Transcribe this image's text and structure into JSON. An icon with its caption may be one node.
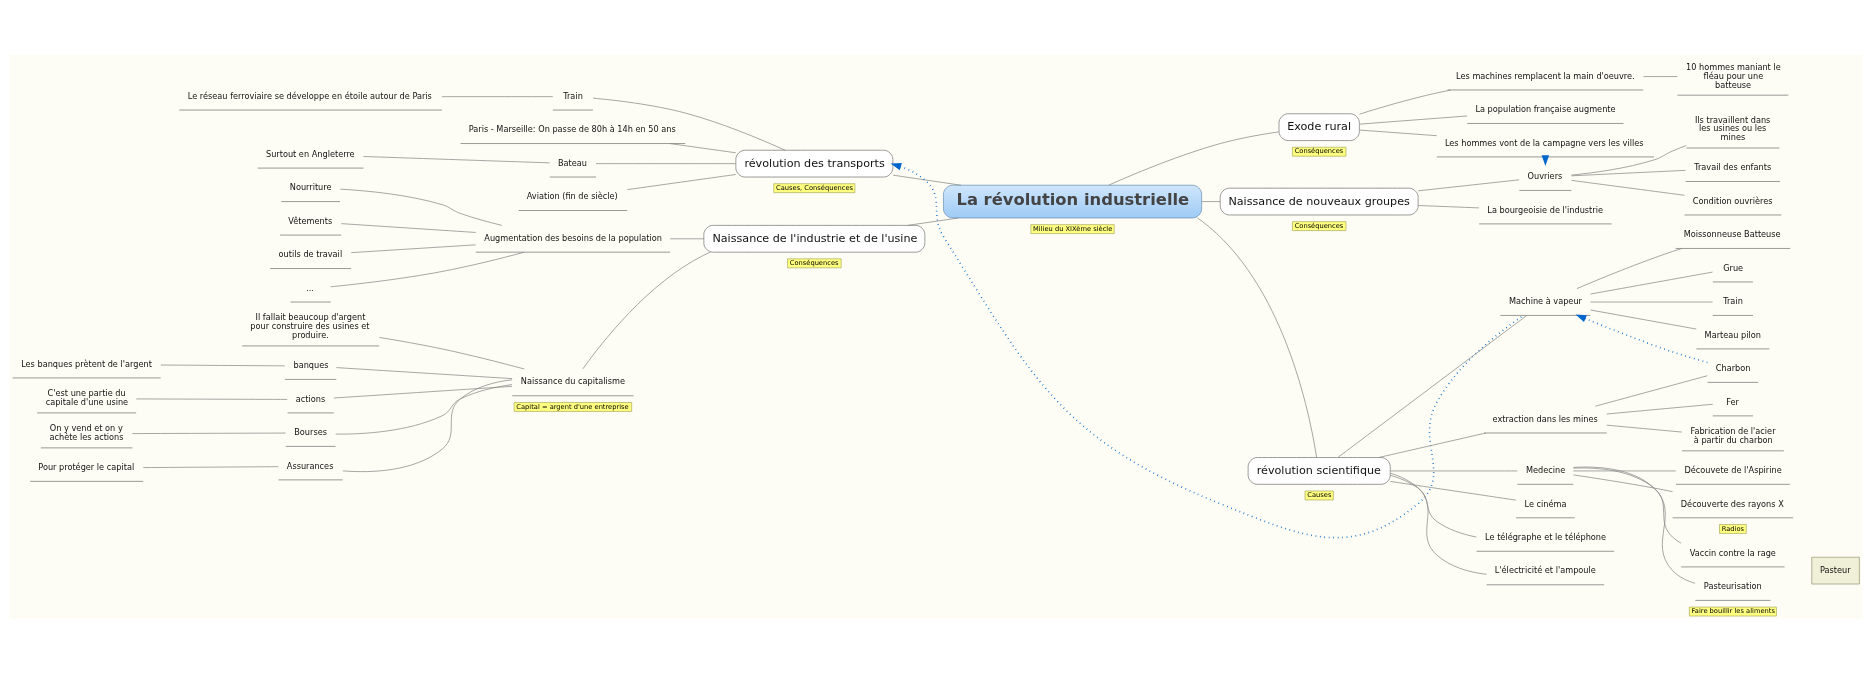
{
  "diagram": {
    "nodes": [
      {
        "text": [
          "La révolution industrielle"
        ],
        "beside": [
          "Milieu du XIXème siècle"
        ]
      },
      {
        "text": [
          "Exode rural"
        ],
        "beside": [
          "Conséquences"
        ]
      },
      {
        "text": [
          "Les machines remplacent la main d'oeuvre."
        ]
      },
      {
        "text": [
          "10 hommes maniant le fléau pour une batteuse"
        ]
      },
      {
        "text": [
          "La population française augmente"
        ]
      },
      {
        "text": [
          "Les hommes vont de la campagne vers les villes"
        ]
      },
      {
        "text": [
          "révolution des transports"
        ],
        "beside": [
          "Causes, Conséquences"
        ]
      },
      {
        "text": [
          "Train"
        ]
      },
      {
        "text": [
          "Le réseau ferroviaire se développe en étoile autour de Paris"
        ]
      },
      {
        "text": [
          "Paris - Marseille: On passe de 80h à 14h en 50 ans"
        ]
      },
      {
        "text": [
          "Bateau"
        ]
      },
      {
        "text": [
          "Surtout en Angleterre"
        ]
      },
      {
        "text": [
          "Aviation (fin de siècle)"
        ]
      },
      {
        "text": [
          "Naissance de nouveaux groupes"
        ],
        "beside": [
          "Conséquences"
        ]
      },
      {
        "text": [
          "Ouvriers"
        ]
      },
      {
        "text": [
          "Ils travaillent dans les usines ou les mines"
        ]
      },
      {
        "text": [
          "Travail des enfants"
        ]
      },
      {
        "text": [
          "Condition ouvrières"
        ]
      },
      {
        "text": [
          "La bourgeoisie de l'industrie"
        ]
      },
      {
        "text": [
          "Naissance de l'industrie et de l'usine"
        ],
        "beside": [
          "Conséquences"
        ]
      },
      {
        "text": [
          "Augmentation des besoins de la population"
        ]
      },
      {
        "text": [
          "Nourriture"
        ]
      },
      {
        "text": [
          "Vêtements"
        ]
      },
      {
        "text": [
          "outils de travail"
        ]
      },
      {
        "text": [
          "..."
        ]
      },
      {
        "text": [
          "Naissance du capitalisme"
        ],
        "beside": [
          "Capital = argent d'une entreprise"
        ]
      },
      {
        "text": [
          "Il fallait beaucoup d'argent pour construire des usines et produire."
        ]
      },
      {
        "text": [
          "banques"
        ]
      },
      {
        "text": [
          "Les banques prètent de l'argent"
        ]
      },
      {
        "text": [
          "actions"
        ]
      },
      {
        "text": [
          "C'est une partie du capitale d'une usine"
        ]
      },
      {
        "text": [
          "Bourses"
        ]
      },
      {
        "text": [
          "On y vend et on y achète les actions"
        ]
      },
      {
        "text": [
          "Assurances"
        ]
      },
      {
        "text": [
          "Pour protéger le capital"
        ]
      },
      {
        "text": [
          "révolution scientifique"
        ],
        "beside": [
          "Causes"
        ]
      },
      {
        "text": [
          "Machine à vapeur"
        ]
      },
      {
        "text": [
          "Moissonneuse Batteuse"
        ]
      },
      {
        "text": [
          "Grue"
        ]
      },
      {
        "text": [
          "Train"
        ]
      },
      {
        "text": [
          "Marteau pilon"
        ]
      },
      {
        "text": [
          "extraction dans les mines"
        ]
      },
      {
        "text": [
          "Charbon"
        ]
      },
      {
        "text": [
          "Fer"
        ]
      },
      {
        "text": [
          "Fabrication de l'acier à partir du charbon"
        ]
      },
      {
        "text": [
          "Medecine"
        ]
      },
      {
        "text": [
          "Découvete de l'Aspirine"
        ]
      },
      {
        "text": [
          "Découverte des rayons X"
        ],
        "beside": [
          "Radios"
        ]
      },
      {
        "text": [
          "Vaccin contre la rage"
        ]
      },
      {
        "text": [
          "Pasteurisation"
        ],
        "beside": [
          "Faire bouillir les aliments"
        ]
      },
      {
        "text": [
          "Le cinéma"
        ]
      },
      {
        "text": [
          "Le télégraphe et le téléphone"
        ]
      },
      {
        "text": [
          "L'électricité et l'ampoule"
        ]
      },
      {
        "text": [
          "Pasteur"
        ]
      }
    ],
    "edges": [
      {
        "from": 0,
        "to": 1,
        "arrow": "none"
      },
      {
        "from": 1,
        "to": 2,
        "arrow": "none"
      },
      {
        "from": 2,
        "to": 3,
        "arrow": "none"
      },
      {
        "from": 1,
        "to": 4,
        "arrow": "none"
      },
      {
        "from": 1,
        "to": 5,
        "arrow": "none"
      },
      {
        "from": 0,
        "to": 6,
        "arrow": "none"
      },
      {
        "from": 6,
        "to": 7,
        "arrow": "none"
      },
      {
        "from": 7,
        "to": 8,
        "arrow": "none"
      },
      {
        "from": 6,
        "to": 9,
        "arrow": "none"
      },
      {
        "from": 6,
        "to": 10,
        "arrow": "none"
      },
      {
        "from": 10,
        "to": 11,
        "arrow": "none"
      },
      {
        "from": 6,
        "to": 12,
        "arrow": "none"
      },
      {
        "from": 0,
        "to": 13,
        "arrow": "none"
      },
      {
        "from": 13,
        "to": 14,
        "arrow": "none"
      },
      {
        "from": 14,
        "to": 15,
        "arrow": "none"
      },
      {
        "from": 14,
        "to": 16,
        "arrow": "none"
      },
      {
        "from": 14,
        "to": 17,
        "arrow": "none"
      },
      {
        "from": 13,
        "to": 18,
        "arrow": "none"
      },
      {
        "from": 0,
        "to": 19,
        "arrow": "none"
      },
      {
        "from": 19,
        "to": 20,
        "arrow": "none"
      },
      {
        "from": 20,
        "to": 21,
        "arrow": "none"
      },
      {
        "from": 20,
        "to": 22,
        "arrow": "none"
      },
      {
        "from": 20,
        "to": 23,
        "arrow": "none"
      },
      {
        "from": 20,
        "to": 24,
        "arrow": "none"
      },
      {
        "from": 19,
        "to": 25,
        "arrow": "none"
      },
      {
        "from": 25,
        "to": 26,
        "arrow": "none"
      },
      {
        "from": 25,
        "to": 27,
        "arrow": "none"
      },
      {
        "from": 27,
        "to": 28,
        "arrow": "none"
      },
      {
        "from": 25,
        "to": 29,
        "arrow": "none"
      },
      {
        "from": 29,
        "to": 30,
        "arrow": "none"
      },
      {
        "from": 25,
        "to": 31,
        "arrow": "none"
      },
      {
        "from": 31,
        "to": 32,
        "arrow": "none"
      },
      {
        "from": 25,
        "to": 33,
        "arrow": "none"
      },
      {
        "from": 33,
        "to": 34,
        "arrow": "none"
      },
      {
        "from": 0,
        "to": 35,
        "arrow": "none"
      },
      {
        "from": 35,
        "to": 36,
        "arrow": "none"
      },
      {
        "from": 36,
        "to": 37,
        "arrow": "none"
      },
      {
        "from": 36,
        "to": 38,
        "arrow": "none"
      },
      {
        "from": 36,
        "to": 39,
        "arrow": "none"
      },
      {
        "from": 36,
        "to": 40,
        "arrow": "none"
      },
      {
        "from": 35,
        "to": 41,
        "arrow": "none"
      },
      {
        "from": 41,
        "to": 42,
        "arrow": "none"
      },
      {
        "from": 41,
        "to": 43,
        "arrow": "none"
      },
      {
        "from": 41,
        "to": 44,
        "arrow": "none"
      },
      {
        "from": 35,
        "to": 45,
        "arrow": "none"
      },
      {
        "from": 45,
        "to": 46,
        "arrow": "none"
      },
      {
        "from": 45,
        "to": 47,
        "arrow": "none"
      },
      {
        "from": 45,
        "to": 48,
        "arrow": "none"
      },
      {
        "from": 45,
        "to": 49,
        "arrow": "none"
      },
      {
        "from": 35,
        "to": 50,
        "arrow": "none"
      },
      {
        "from": 35,
        "to": 51,
        "arrow": "none"
      },
      {
        "from": 35,
        "to": 52,
        "arrow": "none"
      },
      {
        "from": 5,
        "to": 14,
        "arrow": "to",
        "style": "dashed",
        "color": "#0066cc"
      },
      {
        "from": 36,
        "to": 6,
        "arrow": "to",
        "style": "dashed",
        "color": "#0066cc"
      },
      {
        "from": 42,
        "to": 36,
        "arrow": "to",
        "style": "dashed",
        "color": "#0066cc"
      }
    ]
  }
}
